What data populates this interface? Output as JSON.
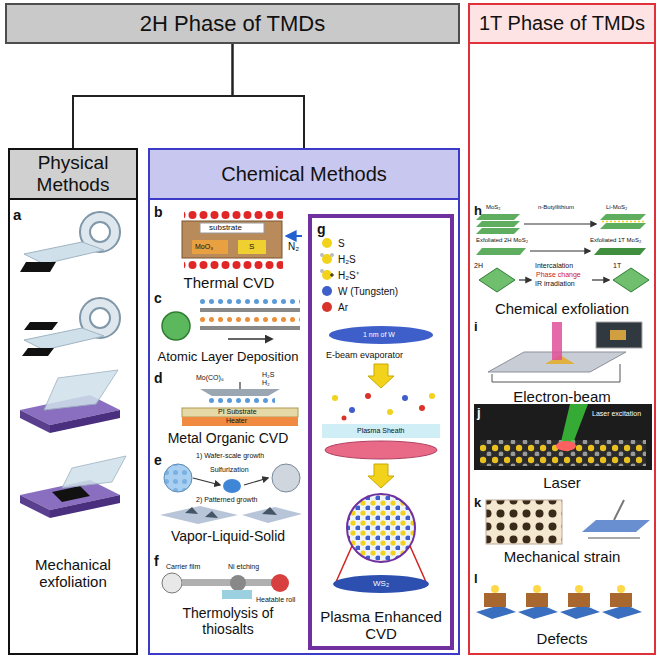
{
  "diagram": {
    "nodes": [
      {
        "text": [
          "2H Phase of TMDs"
        ]
      },
      {
        "text": [
          "1T Phase of TMDs"
        ]
      },
      {
        "text": [
          "Physical Methods"
        ]
      },
      {
        "text": [
          "Chemical Methods"
        ]
      },
      {
        "text": [
          "g",
          "Plasma Enhanced CVD"
        ],
        "in": 3
      }
    ],
    "edges": [
      {
        "from": 0,
        "to": 2,
        "arrow": "none"
      },
      {
        "from": 0,
        "to": 3,
        "arrow": "none"
      }
    ],
    "labels": [
      "a",
      "Mechanical exfoliation",
      "b",
      "substrate",
      "MoO₃",
      "S",
      "N₂",
      "Thermal CVD",
      "c",
      "Atomic Layer Deposition",
      "d",
      "Mo(CO)₆",
      "H₂S",
      "H₂",
      "PI Substrate",
      "Heater",
      "Metal Organic CVD",
      "e",
      "1) Wafer-scale growth",
      "Sulfurization",
      "2) Patterned growth",
      "Vapor-Liquid-Solid",
      "f",
      "Carrier film",
      "Ni etching",
      "Heatable roll",
      "Thermolysis of thiosalts",
      "1 nm of W",
      "E-beam evaporator",
      "Plasma Sheath",
      "WS₂",
      "h",
      "MoS₂",
      "n-Butyllithium",
      "Li-MoS₂",
      "Exfoliated 2H MoS₂",
      "Exfoliated 1T MoS₂",
      "2H",
      "Intercalation",
      "Phase change",
      "IR irradiation",
      "1T",
      "Chemical exfoliation",
      "i",
      "Electron-beam",
      "j",
      "Laser excitation",
      "Laser",
      "k",
      "Mechanical strain",
      "l",
      "Defects"
    ],
    "legend": [
      {
        "text": "S",
        "color": "#f2d21b"
      },
      {
        "text": "H₂S"
      },
      {
        "text": "H₂S⁺"
      },
      {
        "text": "W (Tungsten)",
        "color": "#3e5ec9"
      },
      {
        "text": "Ar",
        "color": "#d9342b"
      }
    ]
  }
}
